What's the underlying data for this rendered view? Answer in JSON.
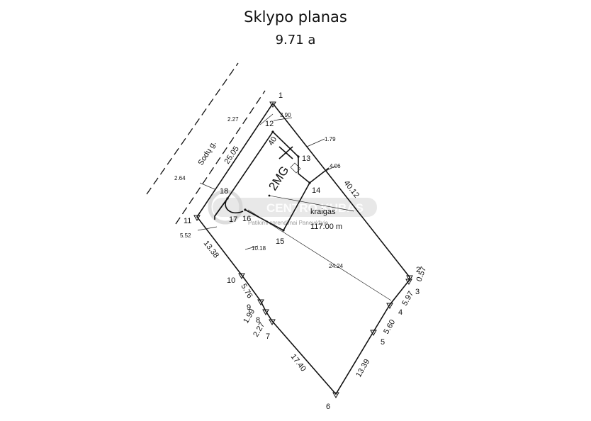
{
  "title": "Sklypo planas",
  "area": "9.71 a",
  "street": "Sodų g.",
  "building": {
    "code": "2MG",
    "dim_40": "40"
  },
  "ridge": {
    "label": "kraigas",
    "height": "117.00  m"
  },
  "watermark": {
    "name": "CENTRO KUBAS",
    "tagline": "Patikimi sprendimai Panevėžyje"
  },
  "points": [
    "1",
    "2",
    "3",
    "4",
    "5",
    "6",
    "7",
    "8",
    "9",
    "10",
    "11",
    "12",
    "13",
    "14",
    "15",
    "16",
    "17",
    "18"
  ],
  "sides": [
    "40.12",
    "0.57",
    "5.97",
    "5.60",
    "13.39",
    "17.40",
    "2.27",
    "1.99",
    "5.76",
    "13.38",
    "25.05"
  ],
  "offsets": [
    "2.27",
    "3.90",
    "1.79",
    "4.06",
    "2.64",
    "5.52",
    "10.18",
    "24.24"
  ],
  "colors": {
    "line": "#111111",
    "watermark": "#c9c9c9"
  }
}
